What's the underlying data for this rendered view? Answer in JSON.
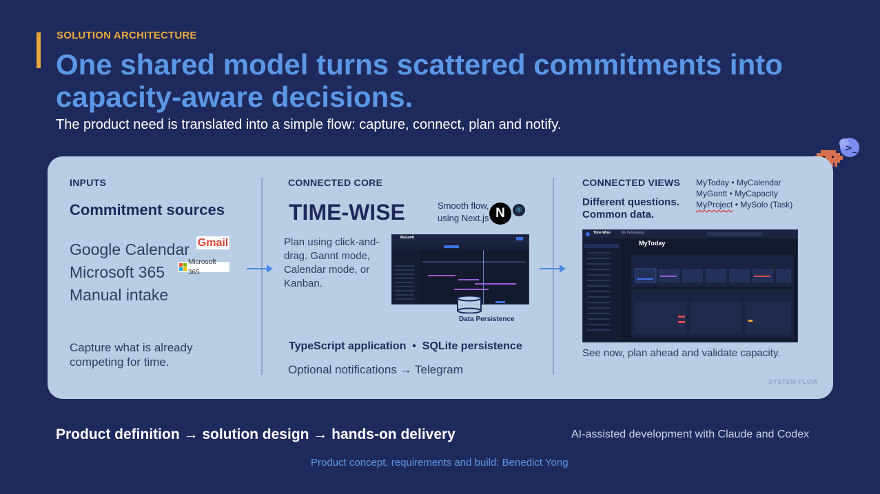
{
  "eyebrow": "SOLUTION ARCHITECTURE",
  "headline": "One shared model turns scattered commitments into capacity-aware decisions.",
  "subhead": "The product need is translated into a simple flow: capture, connect, plan and notify.",
  "inputs": {
    "label": "INPUTS",
    "heading": "Commitment sources",
    "sources": [
      "Google Calendar",
      "Microsoft 365",
      "Manual intake"
    ],
    "gmail_logo": "Gmail",
    "ms_logo": "Microsoft 365",
    "caption": "Capture what is already competing for time."
  },
  "core": {
    "label": "CONNECTED CORE",
    "product": "TIME-WISE",
    "next_note": "Smooth flow, using Next.js",
    "next_logo": "N",
    "react_logo": "⚛",
    "plan_text": "Plan using click-and-drag. Gannt mode, Calendar mode, or Kanban.",
    "persistence_label": "Data Persistence",
    "stack": "TypeScript application  •  SQLite persistence",
    "notifications": "Optional notifications → Telegram"
  },
  "views": {
    "label": "CONNECTED VIEWS",
    "tagline_1": "Different questions.",
    "tagline_2": "Common data.",
    "names": [
      "MyToday",
      "MyCalendar",
      "MyGantt",
      "MyCapacity",
      "MyProject",
      "MySolo (Task)"
    ],
    "bullet": "•",
    "caption": "See now, plan ahead and validate capacity."
  },
  "gantt_shot": {
    "title": "MyGantt"
  },
  "today_shot": {
    "app": "Time-Wise",
    "title": "MyToday",
    "workspace": "My Workspace"
  },
  "system_flow": "SYSTEM FLOW",
  "footer": {
    "main": "Product definition → solution design → hands-on delivery",
    "right": "AI-assisted development with Claude and Codex",
    "credit": "Product concept, requirements and build: Benedict Yong"
  },
  "colors": {
    "background": "#1f2a5c",
    "panel": "#b9cde4",
    "accent": "#e8a93a",
    "headline": "#5b97e6",
    "arrow": "#4b89e6"
  }
}
